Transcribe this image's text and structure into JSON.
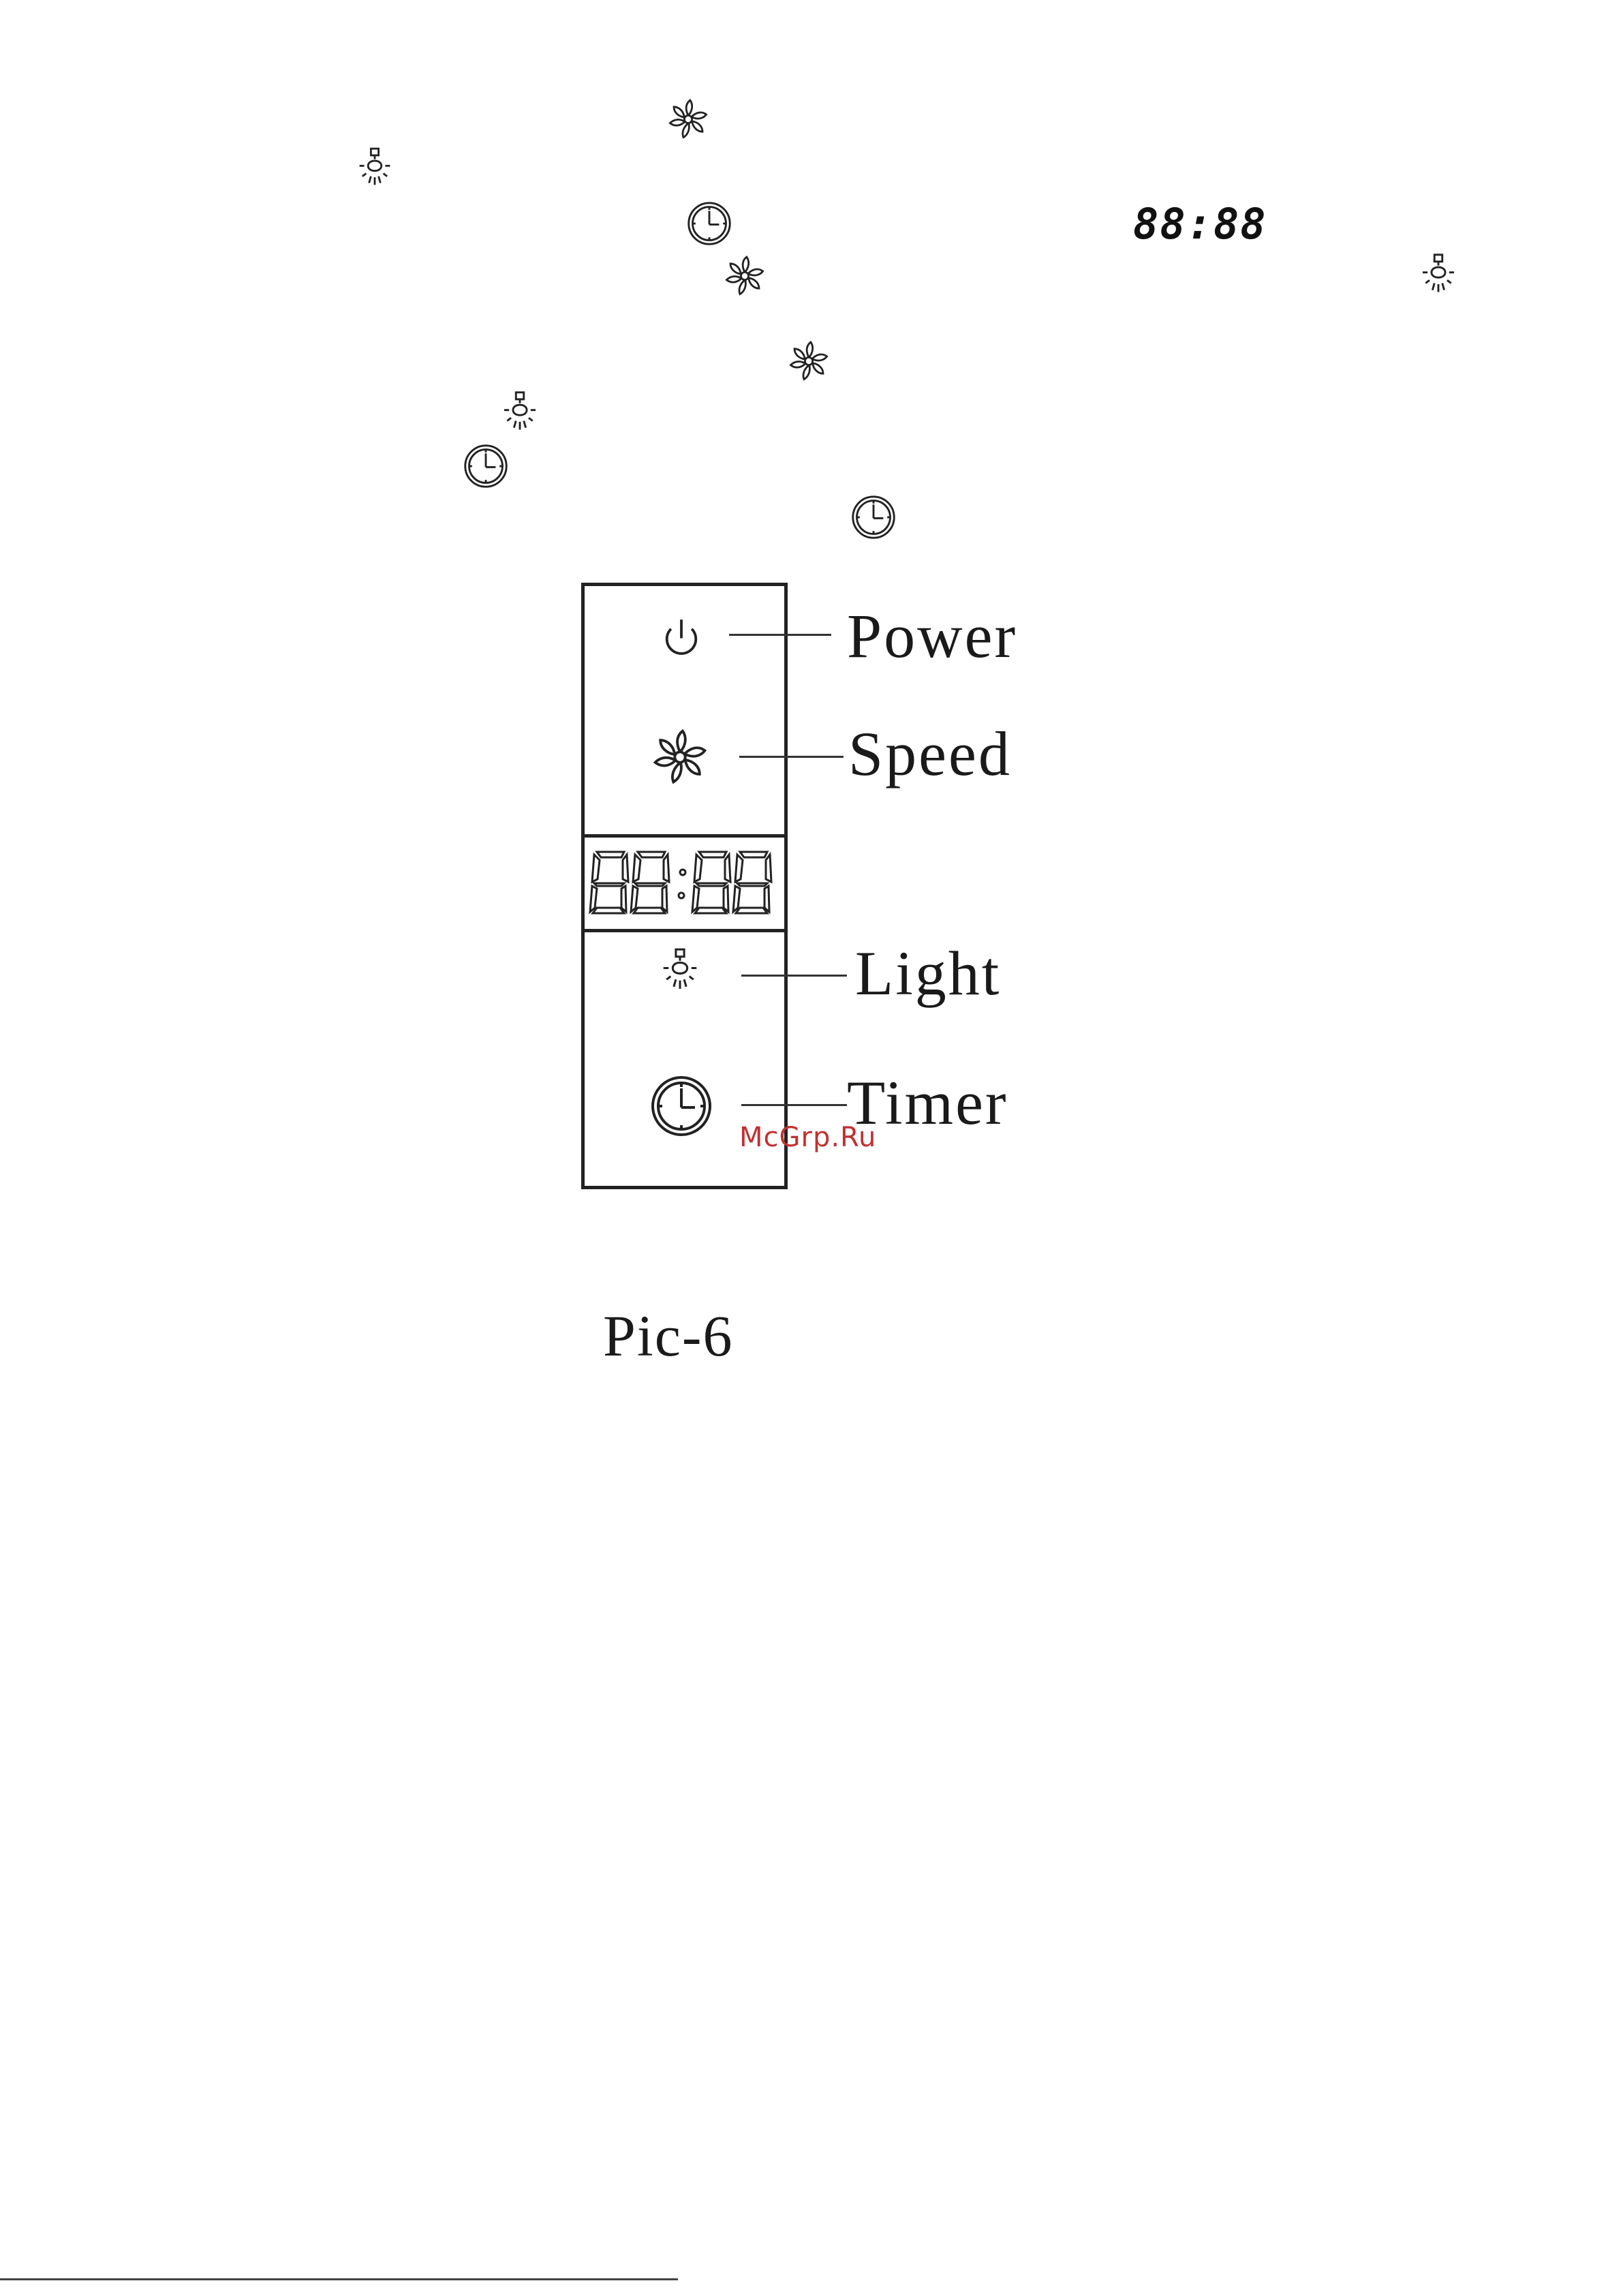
{
  "panel": {
    "display_value": "88:88",
    "labels": {
      "power": "Power",
      "speed": "Speed",
      "light": "Light",
      "timer": "Timer"
    }
  },
  "inline_display": "88:88",
  "caption": "Pic-6",
  "watermark": "McGrp.Ru",
  "icons": [
    "fan-icon",
    "light-bulb-icon",
    "clock-icon",
    "power-icon"
  ]
}
